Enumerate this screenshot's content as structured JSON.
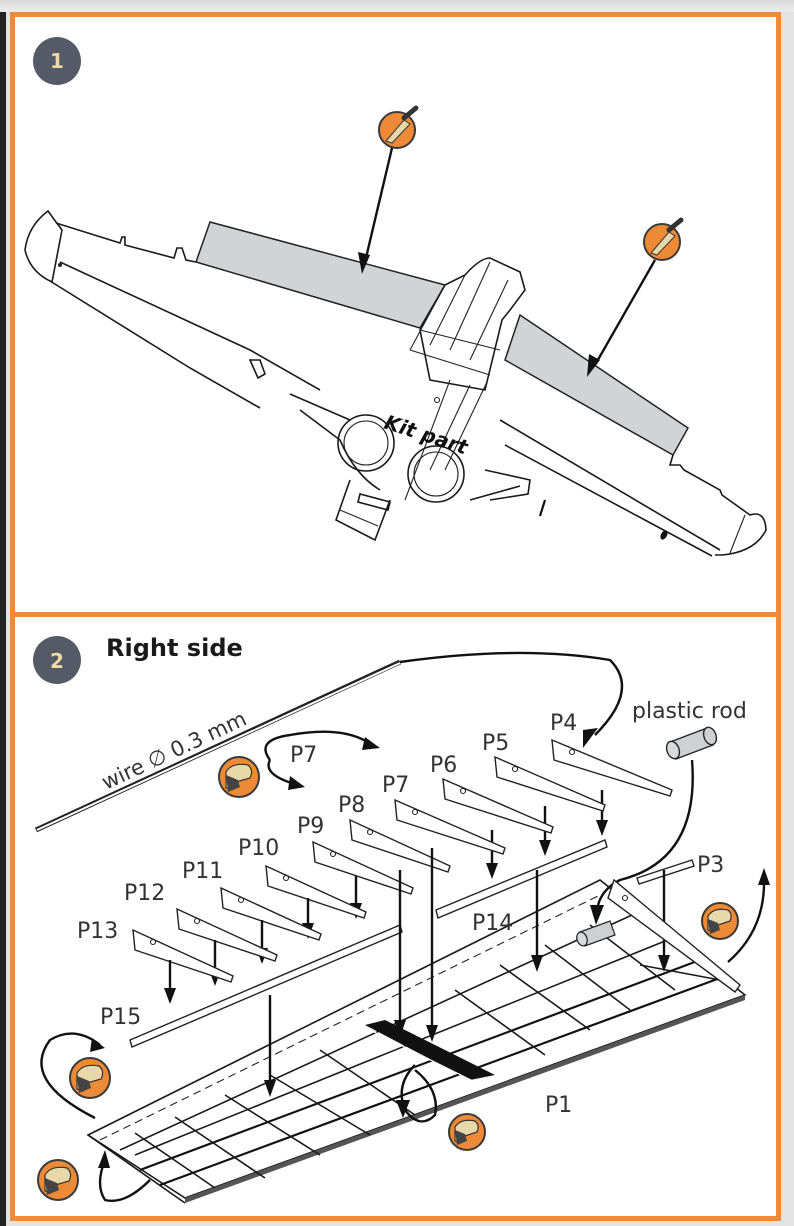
{
  "colors": {
    "frame": "#ef8a3a",
    "badge": "#545b66",
    "badge_text": "#f0d9a6",
    "highlight_gray": "#d2d3d5",
    "icon_orange": "#ee8a35"
  },
  "step1": {
    "number": "1",
    "kit_label": "Kit part",
    "icons": [
      "cut-knife-icon",
      "cut-knife-icon"
    ]
  },
  "step2": {
    "number": "2",
    "title": "Right side",
    "wire_label": "wire ∅ 0.3 mm",
    "plastic_rod_label": "plastic rod",
    "fold_label": "P7",
    "parts": {
      "p1": "P1",
      "p3": "P3",
      "p4": "P4",
      "p5": "P5",
      "p6": "P6",
      "p7": "P7",
      "p8": "P8",
      "p9": "P9",
      "p10": "P10",
      "p11": "P11",
      "p12": "P12",
      "p13": "P13",
      "p14": "P14",
      "p15": "P15"
    },
    "icons": [
      "bend-icon",
      "bend-icon",
      "bend-icon",
      "bend-icon",
      "bend-icon"
    ]
  }
}
